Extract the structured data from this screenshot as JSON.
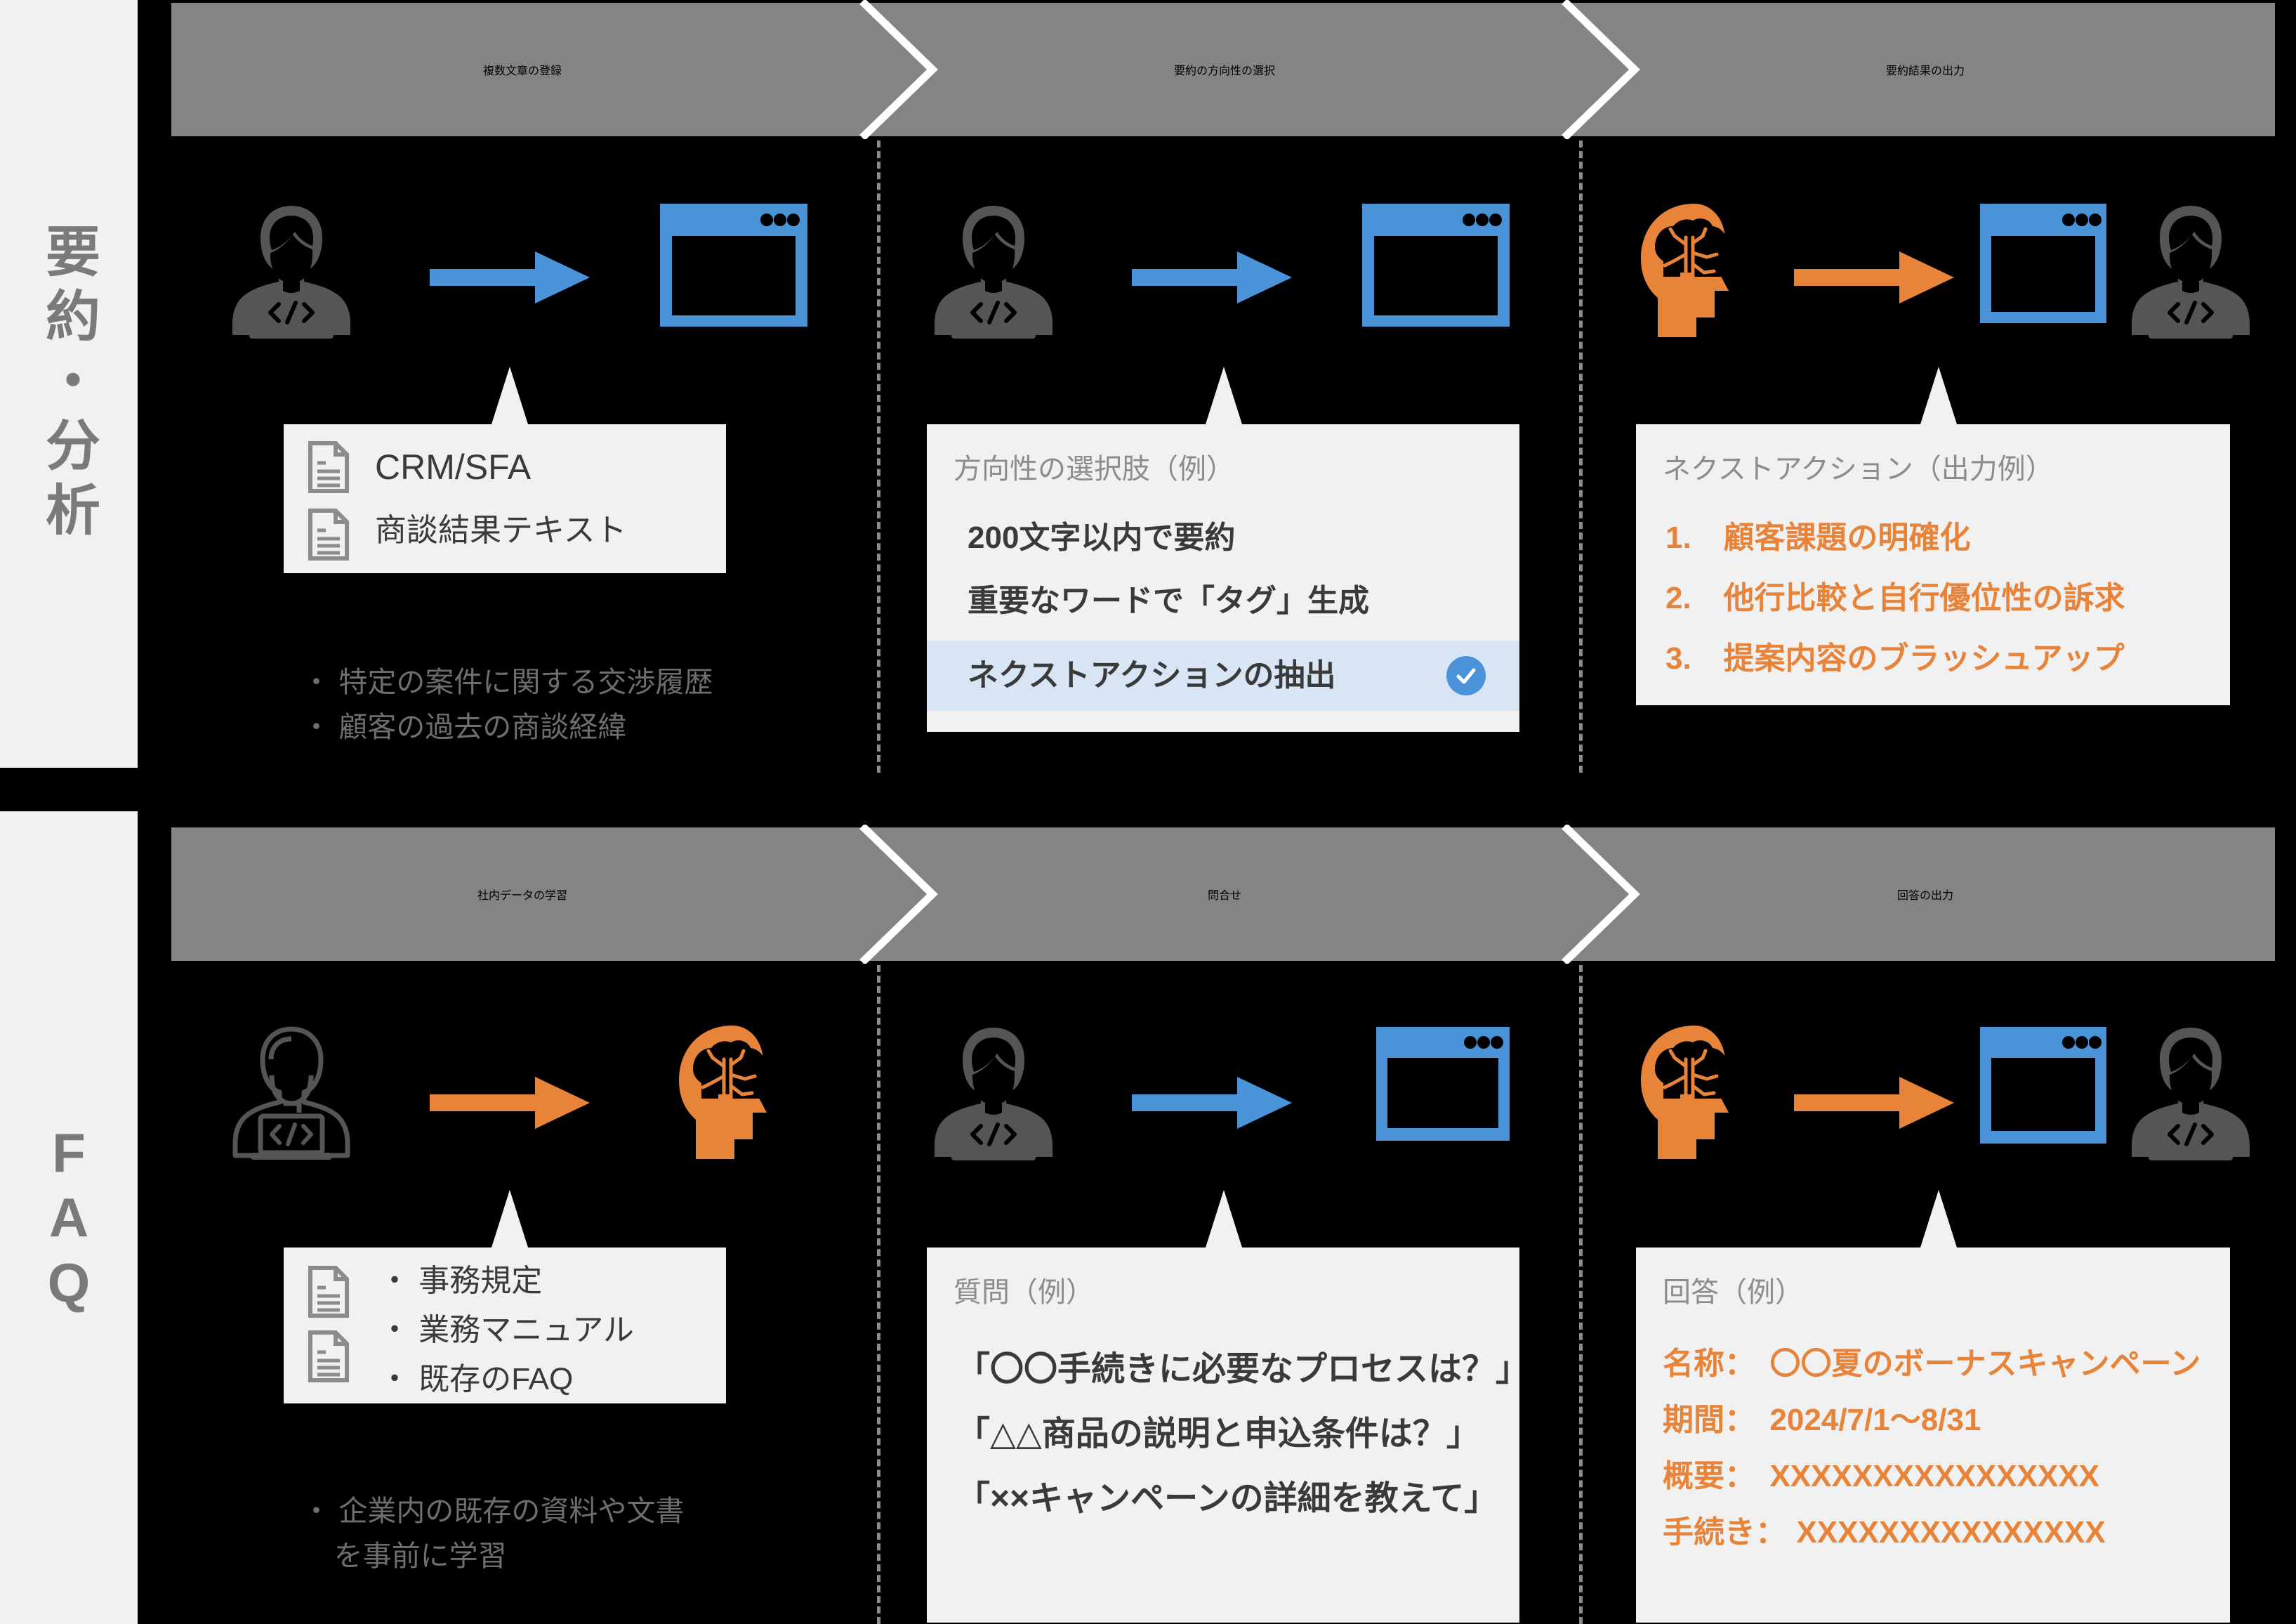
{
  "rails": {
    "summary": "要約・分析",
    "faq": [
      "F",
      "A",
      "Q"
    ]
  },
  "rows": [
    {
      "id": "summary",
      "steps": [
        {
          "title": "複数文章の登録"
        },
        {
          "title": "要約の方向性の選択"
        },
        {
          "title": "要約結果の出力"
        }
      ]
    },
    {
      "id": "faq",
      "steps": [
        {
          "title": "社内データの学習"
        },
        {
          "title": "問合せ"
        },
        {
          "title": "回答の出力"
        }
      ]
    }
  ],
  "cards": {
    "crm": {
      "items": [
        "CRM/SFA",
        "商談結果テキスト"
      ]
    },
    "direction": {
      "title": "方向性の選択肢（例）",
      "options": [
        {
          "label": "200文字以内で要約",
          "selected": false
        },
        {
          "label": "重要なワードで「タグ」生成",
          "selected": false
        },
        {
          "label": "ネクストアクションの抽出",
          "selected": true
        }
      ]
    },
    "next_action": {
      "title": "ネクストアクション（出力例）",
      "items": [
        {
          "num": "1.",
          "text": "顧客課題の明確化"
        },
        {
          "num": "2.",
          "text": "他行比較と自行優位性の訴求"
        },
        {
          "num": "3.",
          "text": "提案内容のブラッシュアップ"
        }
      ]
    },
    "internal_docs": {
      "items": [
        "・ 事務規定",
        "・ 業務マニュアル",
        "・ 既存のFAQ"
      ]
    },
    "question": {
      "title": "質問（例）",
      "items": [
        "「〇〇手続きに必要なプロセスは？」",
        "「△△商品の説明と申込条件は？」",
        "「××キャンペーンの詳細を教えて」"
      ]
    },
    "answer": {
      "title": "回答（例）",
      "rows": [
        {
          "label": "名称：",
          "value": "〇〇夏のボーナスキャンペーン"
        },
        {
          "label": "期間：",
          "value": "2024/7/1〜8/31"
        },
        {
          "label": "概要：",
          "value": "XXXXXXXXXXXXXXXX"
        },
        {
          "label": "手続き：",
          "value": "XXXXXXXXXXXXXXX"
        }
      ]
    }
  },
  "notes": {
    "crm": "・ 特定の案件に関する交渉履歴\n・ 顧客の過去の商談経緯",
    "internal_docs": "・ 企業内の既存の資料や文書\n    を事前に学習"
  },
  "colors": {
    "background": "#000000",
    "header_bar": "#848484",
    "card_bg": "#F1F1F1",
    "accent_blue": "#4A93D9",
    "accent_orange": "#E8833A",
    "selected_row": "#D7E5F5",
    "rail_bg": "#F1F1F1",
    "muted_text": "#8C8C8C",
    "body_text": "#3A3A3A",
    "icon_gray": "#555555"
  },
  "icons": {
    "developer": "developer-person-icon",
    "browser": "browser-window-icon",
    "brain_head": "brain-head-ai-icon",
    "document": "document-icon",
    "check": "check-circle-icon",
    "arrow": "arrow-right-icon"
  }
}
